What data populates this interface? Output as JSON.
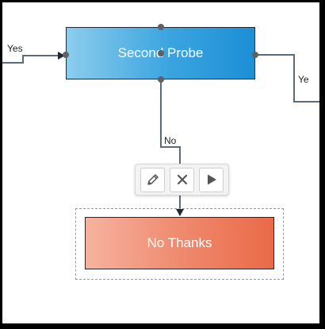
{
  "nodes": {
    "second_probe": "Second Probe",
    "no_thanks": "No Thanks"
  },
  "edges": {
    "yes_in": "Yes",
    "yes_out": "Ye",
    "no": "No"
  },
  "toolbar": {
    "edit": "pencil-icon",
    "delete": "close-icon",
    "run": "play-icon"
  },
  "colors": {
    "probe_start": "#8ccdee",
    "probe_end": "#1d8fd6",
    "nothanks_start": "#f6b3a0",
    "nothanks_end": "#ea6a48",
    "edge": "#5a6b7a"
  }
}
